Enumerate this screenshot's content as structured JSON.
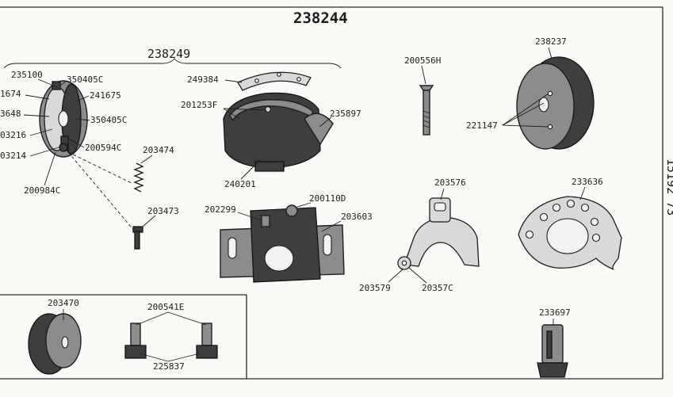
{
  "title": "238244",
  "group_title": "238249",
  "side_text": "15192 73",
  "labels": {
    "l235100": "235100",
    "l350405c_a": "350405C",
    "l241674": "1674",
    "l241675": "241675",
    "l236648": "3648",
    "l350405c_b": "350405C",
    "l203216": "03216",
    "l200594c": "200594C",
    "l203214": "03214",
    "l203474": "203474",
    "l200984c": "200984C",
    "l249384": "249384",
    "l201253f": "201253F",
    "l235897": "235897",
    "l240201": "240201",
    "l200556h": "200556H",
    "l238237": "238237",
    "l221147": "221147",
    "l202299": "202299",
    "l200110d": "200110D",
    "l203603": "203603",
    "l203473": "203473",
    "l203576": "203576",
    "l233636": "233636",
    "l203579": "203579",
    "l203578": "20357C",
    "l203470": "203470",
    "l200541e": "200541E",
    "l225837": "225837",
    "l233697": "233697"
  }
}
